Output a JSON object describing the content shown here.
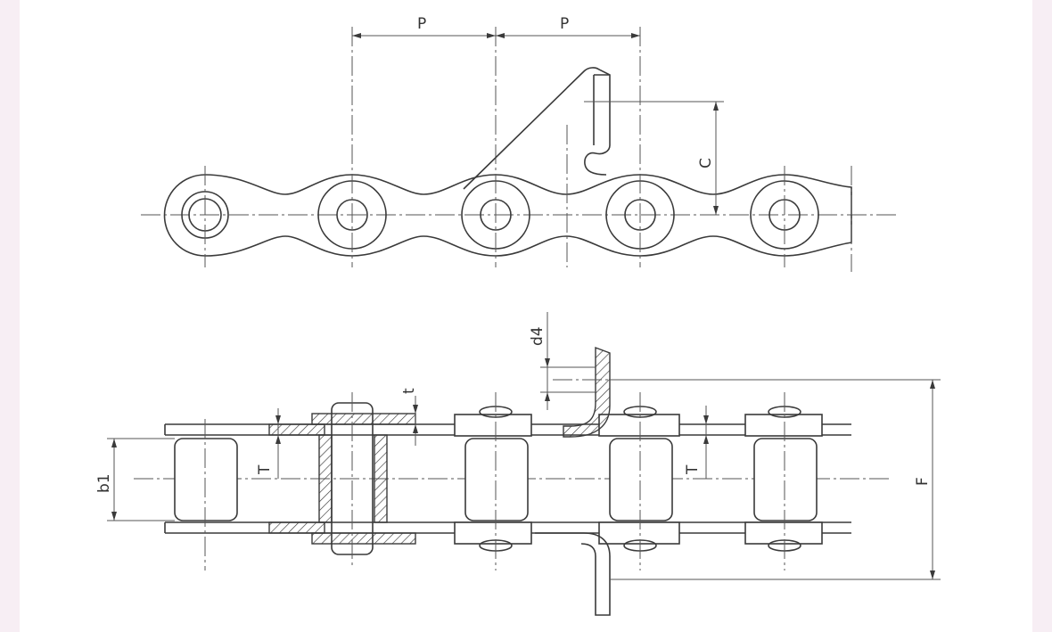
{
  "labels": {
    "pitch_left": "P",
    "pitch_right": "P",
    "attachment_height": "C",
    "hole_diameter": "d4",
    "attachment_thickness": "t",
    "plate_height_left": "T",
    "plate_height_right": "T",
    "inner_width": "b1",
    "overall_width": "F"
  },
  "colors": {
    "background": "#f7eef4",
    "paper": "#ffffff",
    "line": "#3a3a3a"
  }
}
